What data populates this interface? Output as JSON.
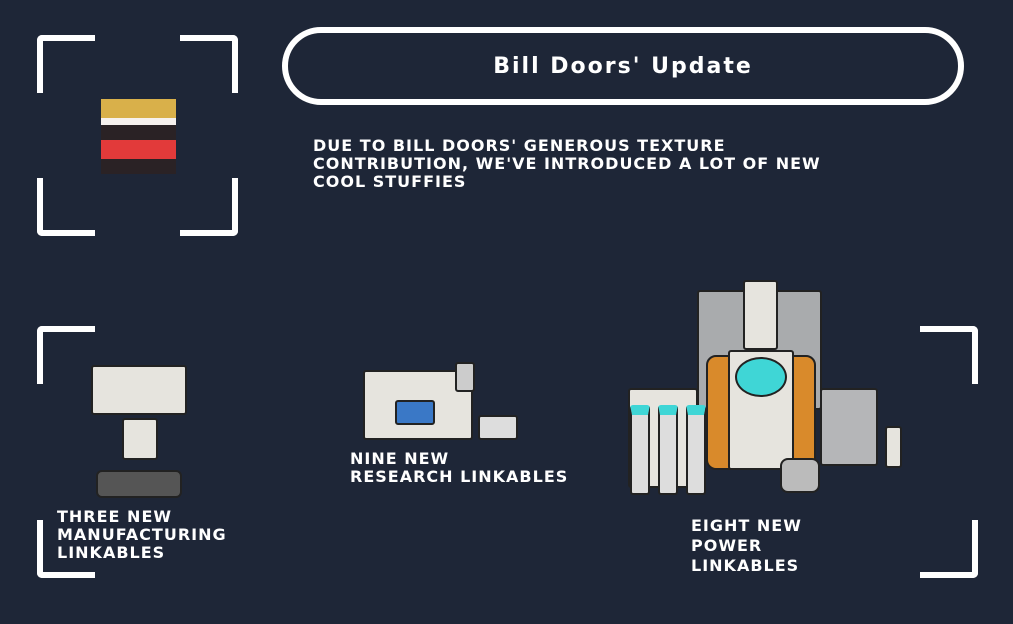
{
  "header": {
    "title": "Bill Doors' Update"
  },
  "intro": {
    "lines": [
      "Due to Bill Doors' generous texture",
      "contribution, we've introduced a lot of new",
      "cool stuffies"
    ]
  },
  "sections": [
    {
      "lines": [
        "Three new",
        "manufacturing",
        "linkables"
      ]
    },
    {
      "lines": [
        "Nine new",
        "research linkables"
      ]
    },
    {
      "lines": [
        "Eight new",
        "power",
        "linkables"
      ]
    }
  ],
  "colors": {
    "background": "#1e2637",
    "frame": "#ffffff",
    "accent": "#3fd6d6",
    "orange": "#d98a2b"
  }
}
